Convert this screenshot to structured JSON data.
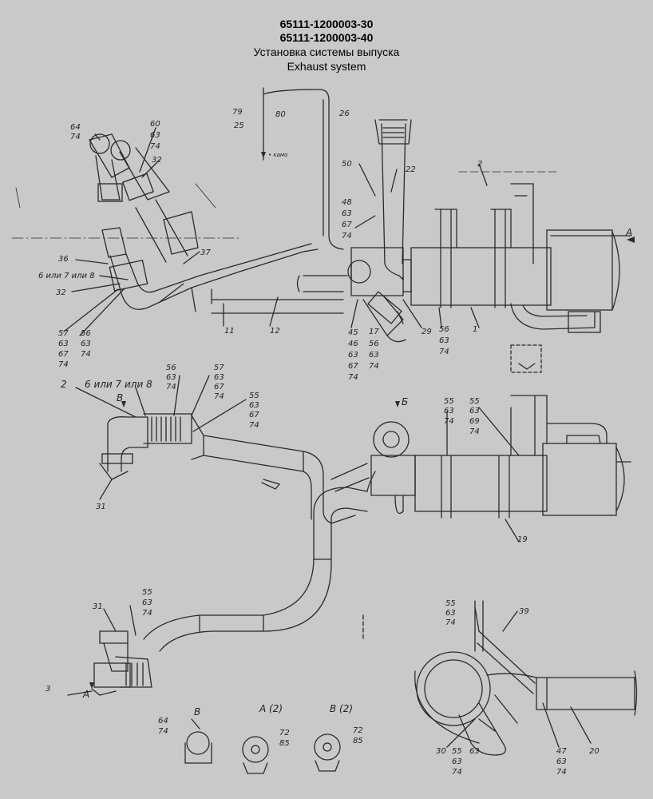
{
  "header": {
    "code1": "65111-1200003-30",
    "code2": "65111-1200003-40",
    "title_ru": "Установка системы выпуска",
    "title_en": "Exhaust system"
  },
  "callouts": {
    "c79": "79",
    "c25": "25",
    "c80": "80",
    "c26": "26",
    "kam": "• камо",
    "c64a": "64",
    "c74a": "74",
    "c60": "60",
    "c63a": "63",
    "c74b": "74",
    "c32a": "32",
    "c50": "50",
    "c22": "22",
    "c48": "48",
    "c63b": "63",
    "c67a": "67",
    "c74c": "74",
    "c2a": "2",
    "c37": "37",
    "c36": "36",
    "c6a": "6 или 7 или 8",
    "c32b": "32",
    "c11": "11",
    "c12": "12",
    "c57a": "57",
    "c63c": "63",
    "c67b": "67",
    "c74d": "74",
    "c56a": "56",
    "c63d": "63",
    "c74e": "74",
    "c45": "45",
    "c46": "46",
    "c63e": "63",
    "c67c": "67",
    "c74f": "74",
    "c17": "17",
    "c56b": "56",
    "c63f": "63",
    "c74g": "74",
    "c29": "29",
    "c56c": "56",
    "c63g": "63",
    "c74h": "74",
    "c1": "1",
    "cA1": "A",
    "c2b": "2",
    "c6b": "6 или 7 или 8",
    "cB1": "B",
    "c56d": "56",
    "c63h": "63",
    "c74i": "74",
    "c57b": "57",
    "c63i": "63",
    "c67d": "67",
    "c74j": "74",
    "c55a": "55",
    "c63j": "63",
    "c67e": "67",
    "c74k": "74",
    "cB2": "Б",
    "c55b": "55",
    "c63k": "63",
    "c74l": "74",
    "c55c": "55",
    "c63l": "63",
    "c69": "69",
    "c74m": "74",
    "c31a": "31",
    "c19": "19",
    "c31b": "31",
    "c55d": "55",
    "c63m": "63",
    "c74n": "74",
    "c3": "3",
    "cA2": "A",
    "c55e": "55",
    "c63n": "63",
    "c74o": "74",
    "c39": "39",
    "c64b": "64",
    "c74p": "74",
    "cB3": "B",
    "viewA": "A (2)",
    "viewB": "B (2)",
    "c72a": "72",
    "c85a": "85",
    "c72b": "72",
    "c85b": "85",
    "c30": "30",
    "c55f": "55",
    "c63o": "63",
    "c74q": "74",
    "c47": "47",
    "c63p": "63",
    "c74r": "74",
    "c20": "20"
  }
}
